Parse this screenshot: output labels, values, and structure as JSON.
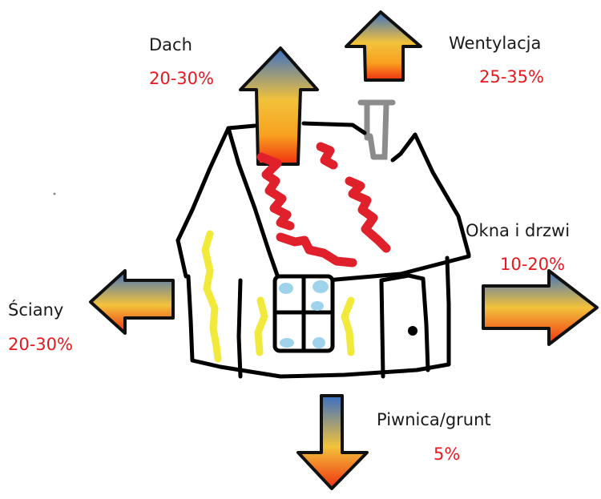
{
  "labels": {
    "roof": {
      "name": "Dach",
      "value": "20-30%"
    },
    "ventilation": {
      "name": "Wentylacja",
      "value": "25-35%"
    },
    "windows_doors": {
      "name": "Okna i drzwi",
      "value": "10-20%"
    },
    "walls": {
      "name": "Ściany",
      "value": "20-30%"
    },
    "basement": {
      "name": "Piwnica/grunt",
      "value": "5%"
    }
  },
  "colors": {
    "label_text": "#1a1a1a",
    "percent_text": "#e8191e",
    "arrow_gradient": [
      "#3a6fc4",
      "#f2c23a",
      "#f8a020",
      "#f03010"
    ],
    "house_outline": "#000000",
    "heat_marks": "#e0202a",
    "wall_marks": "#f2ea3a",
    "window_glass": "#9fd3ec",
    "chimney": "#8c8c8c"
  }
}
